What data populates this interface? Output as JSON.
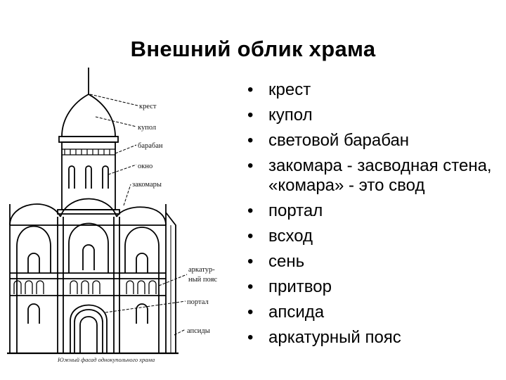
{
  "title": "Внешний облик храма",
  "diagram": {
    "labels": {
      "krest": "крест",
      "kupol": "купол",
      "baraban": "барабан",
      "okno": "окно",
      "zakomary": "закомары",
      "arkatur_1": "аркатур-",
      "arkatur_2": "ный пояс",
      "portal": "портал",
      "apsidy": "апсиды"
    },
    "caption": "Южный фасад однокупольного храма"
  },
  "terms": [
    "крест",
    "купол",
    "световой барабан",
    "закомара - засводная стена, «комара» - это свод",
    "портал",
    "всход",
    "сень",
    "притвор",
    "апсида",
    "аркатурный пояс"
  ]
}
